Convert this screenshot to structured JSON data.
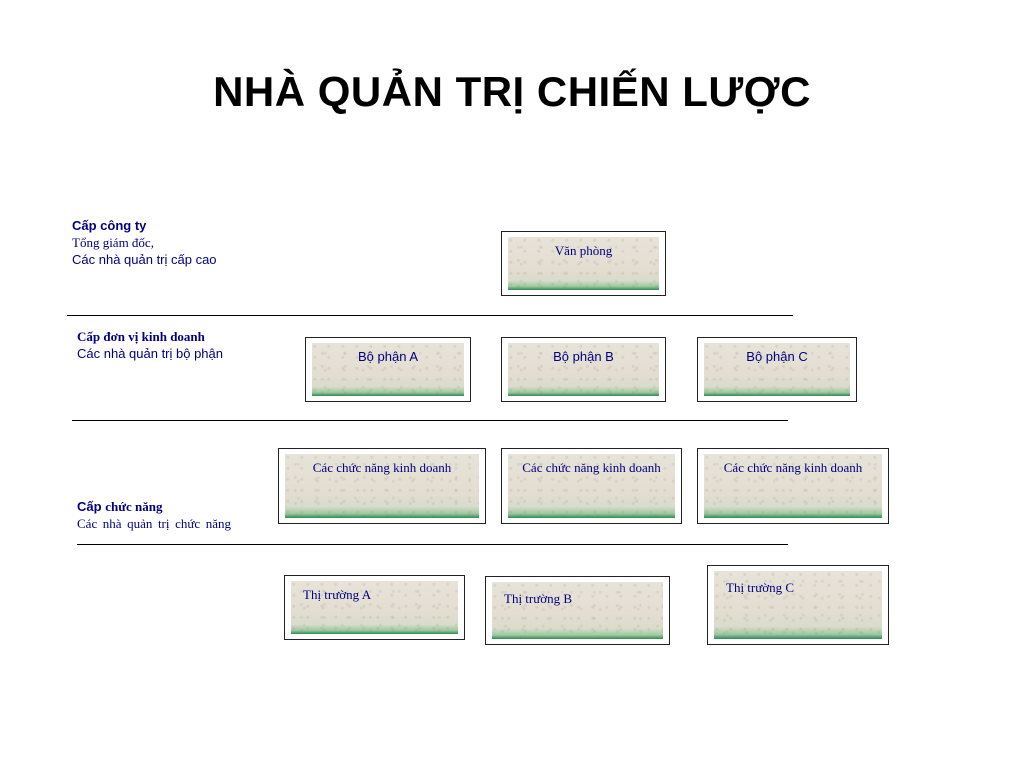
{
  "title": "NHÀ QUẢN TRỊ CHIẾN LƯỢC",
  "levels": {
    "corporate": {
      "heading": "Cấp công ty",
      "line1": "Tổng giám đốc,",
      "line2": "Các nhà quản trị cấp cao"
    },
    "business": {
      "heading": "Cấp đơn vị kinh doanh",
      "line1": "Các nhà quản trị bộ phận"
    },
    "functional": {
      "heading_a": "Cấp",
      "heading_b": "chức năng",
      "line1": "Các nhà quản trị chức năng"
    }
  },
  "boxes": {
    "office": "Văn phòng",
    "division_a": "Bộ phận A",
    "division_b": "Bộ phận B",
    "division_c": "Bộ phận C",
    "function_1": "Các chức năng kinh doanh",
    "function_2": "Các chức năng kinh doanh",
    "function_3": "Các chức năng kinh doanh",
    "market_a": "Thị trường A",
    "market_b": "Thị trường B",
    "market_c": "Thị trường C"
  },
  "colors": {
    "label_text": "#000080",
    "box_bottom_accent": "#2e8b57",
    "box_fill": "#e6e1d6"
  }
}
